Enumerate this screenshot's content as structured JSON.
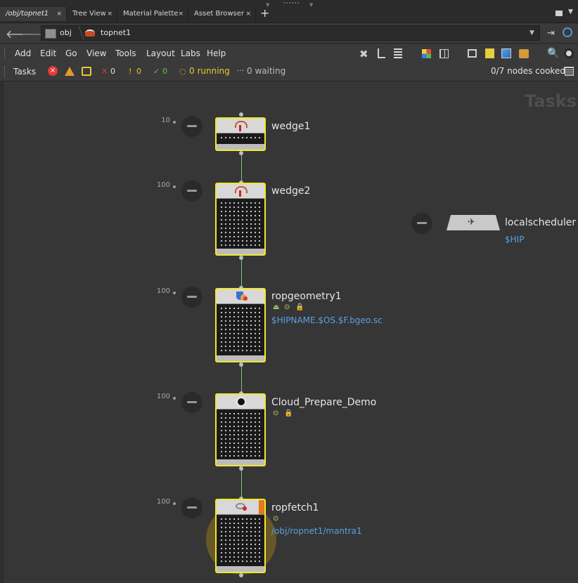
{
  "tabs": [
    {
      "label": "/obj/topnet1",
      "active": true
    },
    {
      "label": "Tree View"
    },
    {
      "label": "Material Palette"
    },
    {
      "label": "Asset Browser"
    }
  ],
  "path": {
    "segments": [
      "obj",
      "topnet1"
    ]
  },
  "menu": [
    "Add",
    "Edit",
    "Go",
    "View",
    "Tools",
    "Layout",
    "Labs",
    "Help"
  ],
  "taskbar": {
    "label": "Tasks",
    "errors": "0",
    "warnings": "0",
    "success": "0",
    "running": "0 running",
    "waiting": "0 waiting",
    "cooked": "0/7 nodes cooked"
  },
  "network": {
    "watermark": "Tasks",
    "nodes": [
      {
        "name": "wedge1",
        "count": "10",
        "param": ""
      },
      {
        "name": "wedge2",
        "count": "100",
        "param": ""
      },
      {
        "name": "ropgeometry1",
        "count": "100",
        "param": "$HIPNAME.$OS.$F.bgeo.sc"
      },
      {
        "name": "Cloud_Prepare_Demo",
        "count": "100",
        "param": ""
      },
      {
        "name": "ropfetch1",
        "count": "100",
        "param": "/obj/ropnet1/mantra1"
      }
    ],
    "scheduler": {
      "name": "localscheduler",
      "param": "$HIP"
    }
  },
  "colors": {
    "node_border": "#f1e82c",
    "param_text": "#5aa0e6",
    "error": "#e23b3b",
    "warning": "#e6c933",
    "success": "#6fbf4a"
  }
}
